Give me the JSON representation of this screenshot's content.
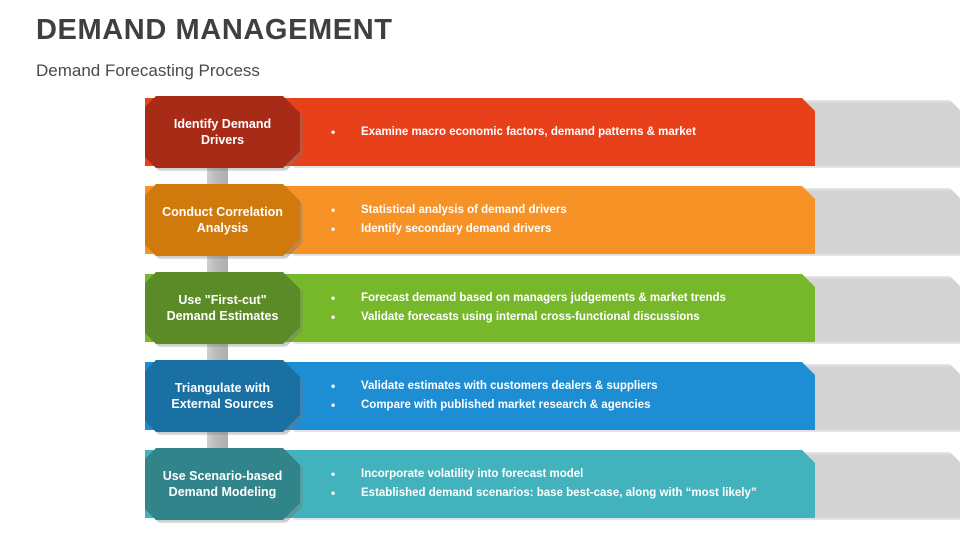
{
  "header": {
    "title": "DEMAND MANAGEMENT",
    "subtitle": "Demand Forecasting Process"
  },
  "diagram": {
    "type": "process-flow",
    "orientation": "vertical",
    "bullet_glyph": "•",
    "connector_color": "#bdbdbd",
    "steps": [
      {
        "index": 1,
        "label": "Identify Demand\nDrivers",
        "label_color": "#A82B18",
        "bar_color": "#E8401A",
        "bullets": [
          "Examine macro economic factors, demand patterns & market"
        ]
      },
      {
        "index": 2,
        "label": "Conduct Correlation\nAnalysis",
        "label_color": "#D0790D",
        "bar_color": "#F79226",
        "bullets": [
          "Statistical analysis of demand drivers",
          "Identify secondary demand drivers"
        ]
      },
      {
        "index": 3,
        "label": "Use \"First-cut\"\nDemand Estimates",
        "label_color": "#5B8B26",
        "bar_color": "#76B82A",
        "bullets": [
          "Forecast demand based on managers judgements & market trends",
          "Validate forecasts using internal cross-functional discussions"
        ]
      },
      {
        "index": 4,
        "label": "Triangulate with\nExternal Sources",
        "label_color": "#1A6FA3",
        "bar_color": "#1D8DD4",
        "bullets": [
          "Validate estimates with customers dealers & suppliers",
          "Compare with published market research & agencies"
        ]
      },
      {
        "index": 5,
        "label": "Use Scenario-based\nDemand Modeling",
        "label_color": "#31858A",
        "bar_color": "#42B2BC",
        "bullets": [
          "Incorporate volatility into forecast model",
          "Established demand scenarios: base best-case, along with “most likely”"
        ]
      }
    ]
  }
}
